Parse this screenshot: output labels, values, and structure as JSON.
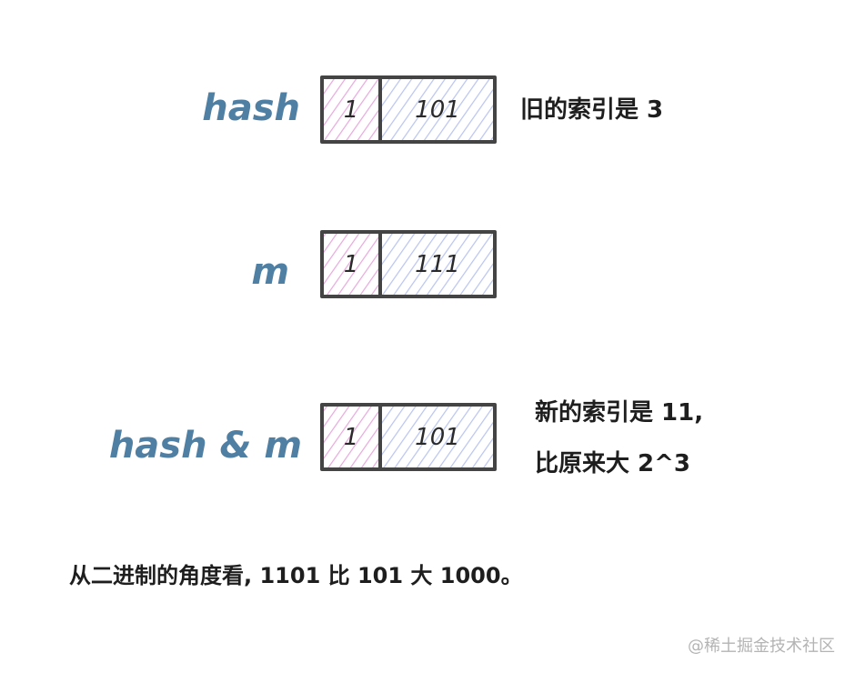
{
  "rows": [
    {
      "label": "hash",
      "cells": [
        "1",
        "101"
      ],
      "note_lines": [
        "旧的索引是 3"
      ]
    },
    {
      "label": "m",
      "cells": [
        "1",
        "111"
      ],
      "note_lines": []
    },
    {
      "label": "hash & m",
      "cells": [
        "1",
        "101"
      ],
      "note_lines": [
        "新的索引是 11,",
        "比原来大 2^3"
      ]
    }
  ],
  "caption": "从二进制的角度看, 1101 比 101 大 1000。",
  "watermark": "@稀土掘金技术社区",
  "colors": {
    "label": "#4f7fa3",
    "border": "#444444",
    "pink_hatch": "#e6a9dc",
    "blue_hatch": "#b9c4ef",
    "text": "#1e1e1e"
  }
}
